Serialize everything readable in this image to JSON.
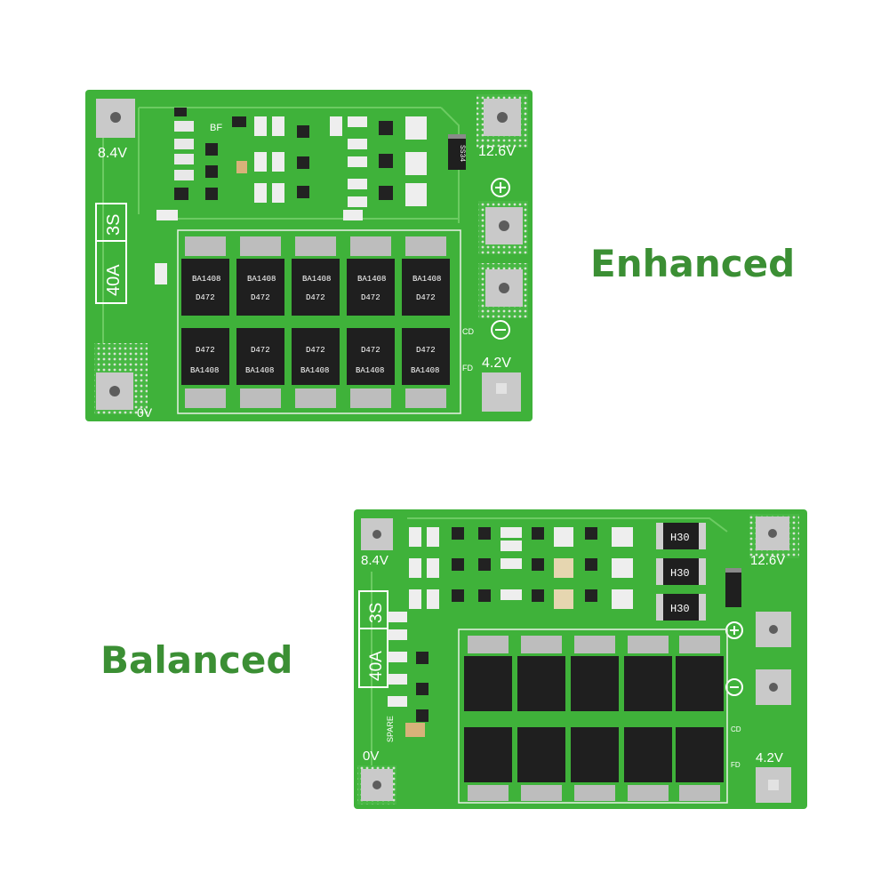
{
  "captions": {
    "top": "Enhanced",
    "bottom": "Balanced"
  },
  "boards": {
    "enhanced": {
      "rating_cells": "3S",
      "rating_current": "40A",
      "label_8_4v": "8.4V",
      "label_12_6v": "12.6V",
      "label_4_2v": "4.2V",
      "label_0v": "0V",
      "label_cd": "CD",
      "label_fd": "FD",
      "label_bf": "BF",
      "diode_code": "SS34",
      "mosfet_top_code": "BA1408",
      "mosfet_top_code2": "D472",
      "mosfet_bottom_code": "D472",
      "mosfet_bottom_code2": "BA1408"
    },
    "balanced": {
      "rating_cells": "3S",
      "rating_current": "40A",
      "label_8_4v": "8.4V",
      "label_12_6v": "12.6V",
      "label_4_2v": "4.2V",
      "label_0v": "0V",
      "label_cd": "CD",
      "label_fd": "FD",
      "label_spare": "SPARE",
      "resistor_code": "H30"
    }
  },
  "colors": {
    "caption": "#3b8f34",
    "pcb": "#3fb23a",
    "pcb_dark": "#2f9a2d",
    "pad_silver": "#c9c9c9",
    "component_black": "#1f1f1f"
  }
}
